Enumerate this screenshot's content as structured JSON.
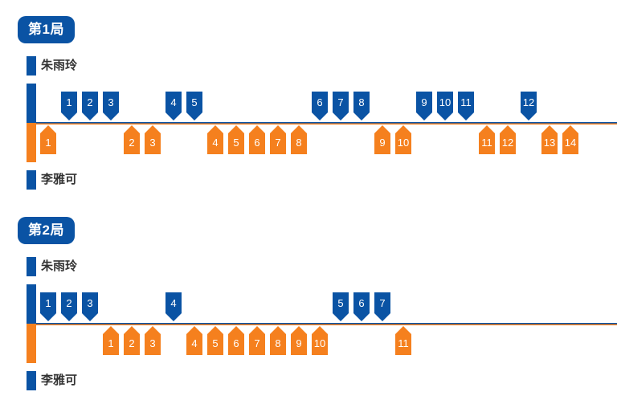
{
  "colors": {
    "p1": "#0a53a4",
    "p2": "#f5801e"
  },
  "chart_data": {
    "type": "point timeline",
    "games": [
      {
        "title": "第1局",
        "player1": "朱雨玲",
        "player2": "李雅可",
        "rallies": [
          "p2",
          "p1",
          "p1",
          "p1",
          "p2",
          "p2",
          "p1",
          "p1",
          "p2",
          "p2",
          "p2",
          "p2",
          "p2",
          "p1",
          "p1",
          "p1",
          "p2",
          "p2",
          "p1",
          "p1",
          "p1",
          "p2",
          "p2",
          "p1",
          "p2",
          "p2"
        ],
        "final_score": [
          12,
          14
        ]
      },
      {
        "title": "第2局",
        "player1": "朱雨玲",
        "player2": "李雅可",
        "rallies": [
          "p1",
          "p1",
          "p1",
          "p2",
          "p2",
          "p2",
          "p1",
          "p2",
          "p2",
          "p2",
          "p2",
          "p2",
          "p2",
          "p2",
          "p1",
          "p1",
          "p1",
          "p2"
        ],
        "final_score": [
          7,
          11
        ]
      }
    ]
  }
}
